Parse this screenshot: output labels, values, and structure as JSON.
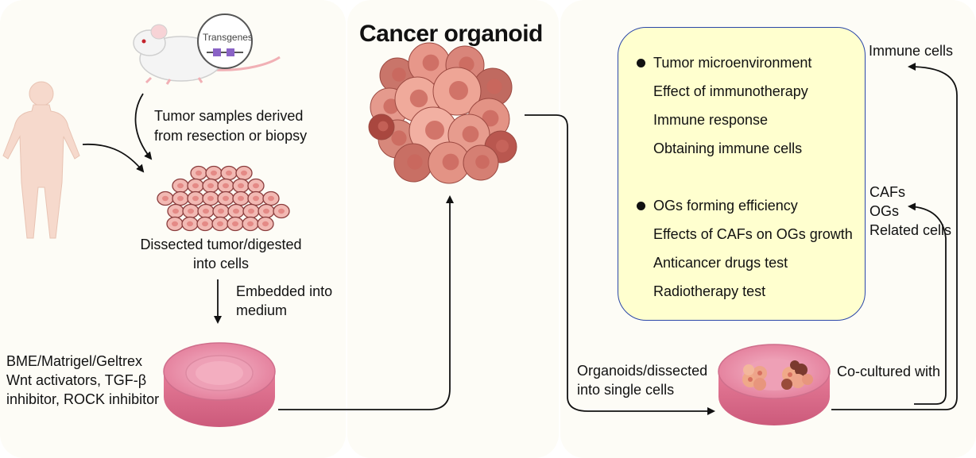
{
  "title": "Cancer organoid",
  "mouse_badge": "Transgenes",
  "sources_label": [
    "Tumor samples derived",
    "from resection or biopsy"
  ],
  "dissected_label": [
    "Dissected tumor/digested",
    "into cells"
  ],
  "embedded_label": [
    "Embedded into",
    "medium"
  ],
  "medium_label": [
    "BME/Matrigel/Geltrex",
    "Wnt activators, TGF-β",
    "inhibitor, ROCK inhibitor"
  ],
  "organoids_label": [
    "Organoids/dissected",
    "into single cells"
  ],
  "cocultured_label": "Co-cultured with",
  "immune_cells_label": "Immune cells",
  "caf_labels": [
    "CAFs",
    "OGs",
    "Related cells"
  ],
  "applications": {
    "group1": [
      "Tumor microenvironment",
      "Effect of immunotherapy",
      "Immune response",
      "Obtaining immune cells"
    ],
    "group2": [
      "OGs forming efficiency",
      "Effects of CAFs on OGs growth",
      "Anticancer drugs test",
      "Radiotherapy test"
    ]
  }
}
